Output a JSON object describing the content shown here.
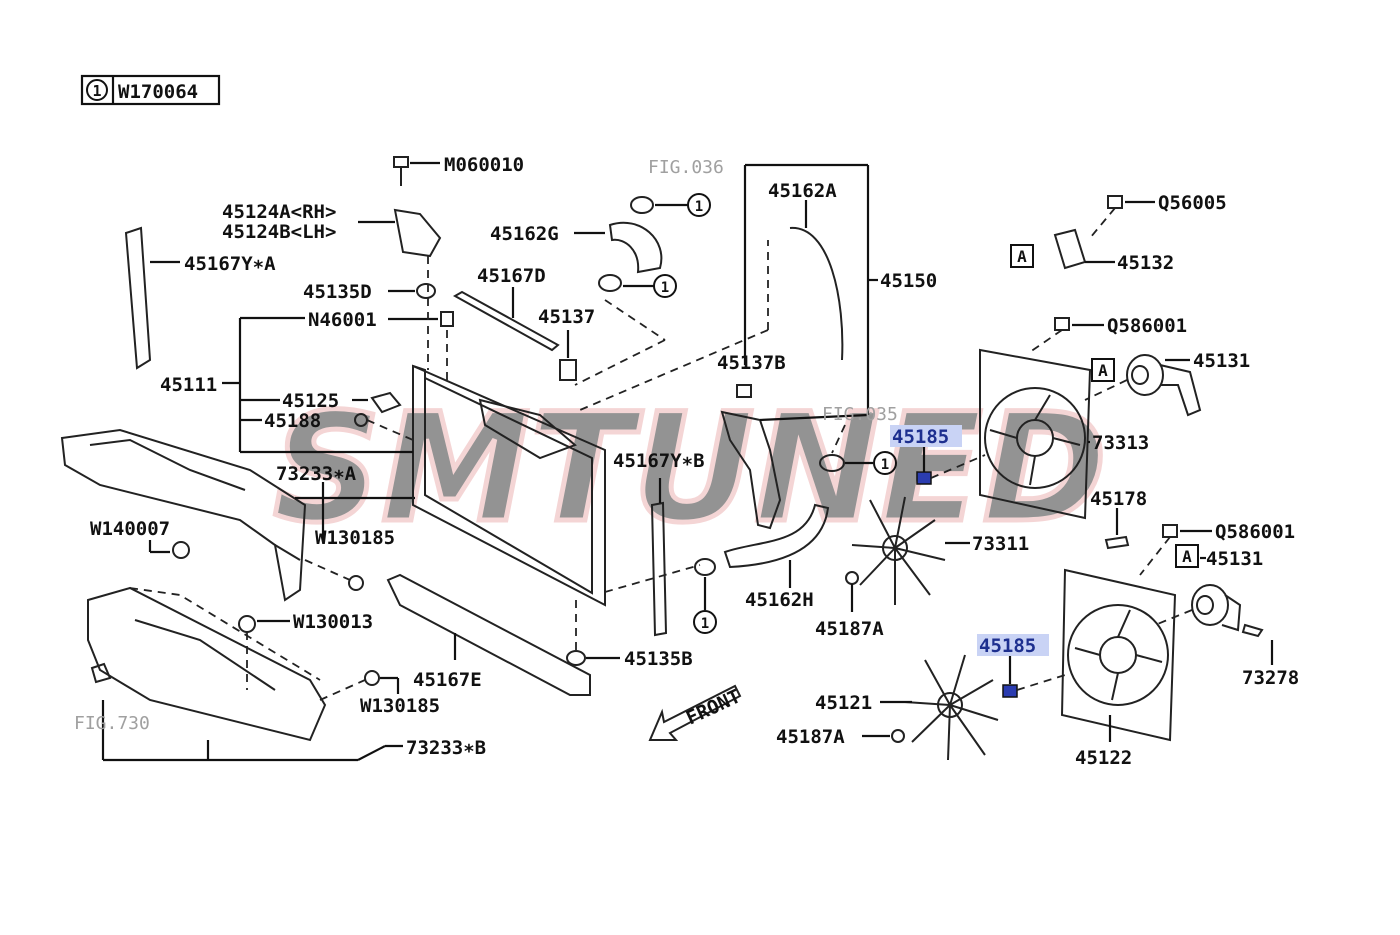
{
  "watermark": {
    "text": "SMTUNED",
    "color": "#e6a3a3"
  },
  "header": {
    "callout_symbol": "1",
    "callout_code": "W170064"
  },
  "references": {
    "fig036": "FIG.036",
    "fig035": "FIG.035",
    "fig730": "FIG.730"
  },
  "direction": {
    "label": "FRONT"
  },
  "callouts": {
    "one": "1",
    "a": "A"
  },
  "highlight_color": "#c9d3f5",
  "parts": {
    "m060010": "M060010",
    "p45124a": "45124A<RH>",
    "p45124b": "45124B<LH>",
    "p45167ya": "45167Y∗A",
    "p45135d": "45135D",
    "n46001": "N46001",
    "p45111": "45111",
    "p45125": "45125",
    "p45188": "45188",
    "p45167d": "45167D",
    "p45137": "45137",
    "p45162g": "45162G",
    "p45162a": "45162A",
    "p45150": "45150",
    "p45137b": "45137B",
    "p45167yb": "45167Y∗B",
    "p73233a": "73233∗A",
    "w140007": "W140007",
    "w130185a": "W130185",
    "w130013": "W130013",
    "w130185b": "W130185",
    "p73233b": "73233∗B",
    "p45167e": "45167E",
    "p45135b": "45135B",
    "p45162h": "45162H",
    "p45187a1": "45187A",
    "p73311": "73311",
    "p45185a": "45185",
    "p73313": "73313",
    "p45178": "45178",
    "q586001a": "Q586001",
    "p45131a": "45131",
    "q56005": "Q56005",
    "p45132": "45132",
    "q586001b": "Q586001",
    "p45131b": "45131",
    "p45185b": "45185",
    "p73278": "73278",
    "p45121": "45121",
    "p45187a2": "45187A",
    "p45122": "45122"
  }
}
